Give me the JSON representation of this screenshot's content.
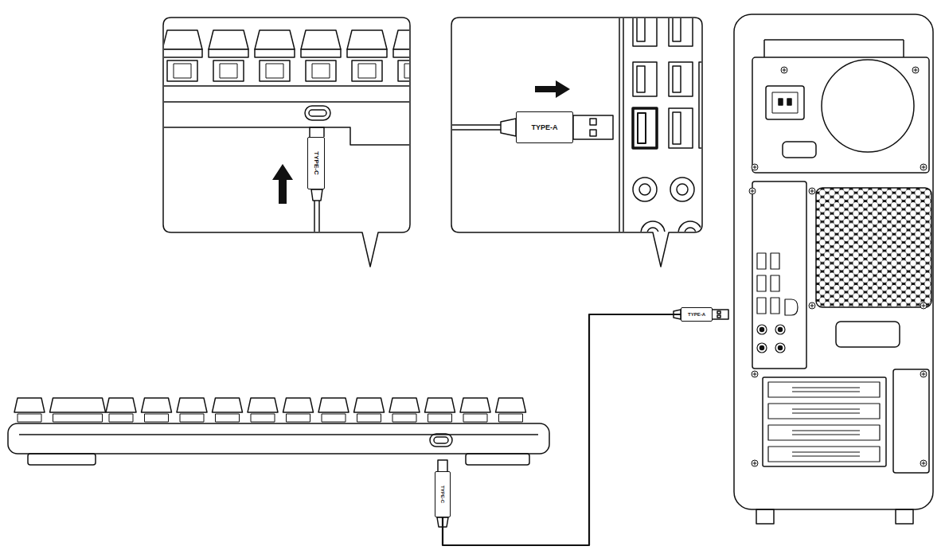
{
  "diagram": {
    "nodes": [
      {
        "text": [
          "TYPE-C"
        ]
      },
      {
        "text": [
          "TYPE-A"
        ]
      },
      {
        "text": [
          "TYPE-A"
        ]
      },
      {
        "text": [
          "TYPE-C"
        ]
      }
    ],
    "edges": [
      {
        "from": 3,
        "to": 2,
        "arrow": "none"
      }
    ]
  }
}
